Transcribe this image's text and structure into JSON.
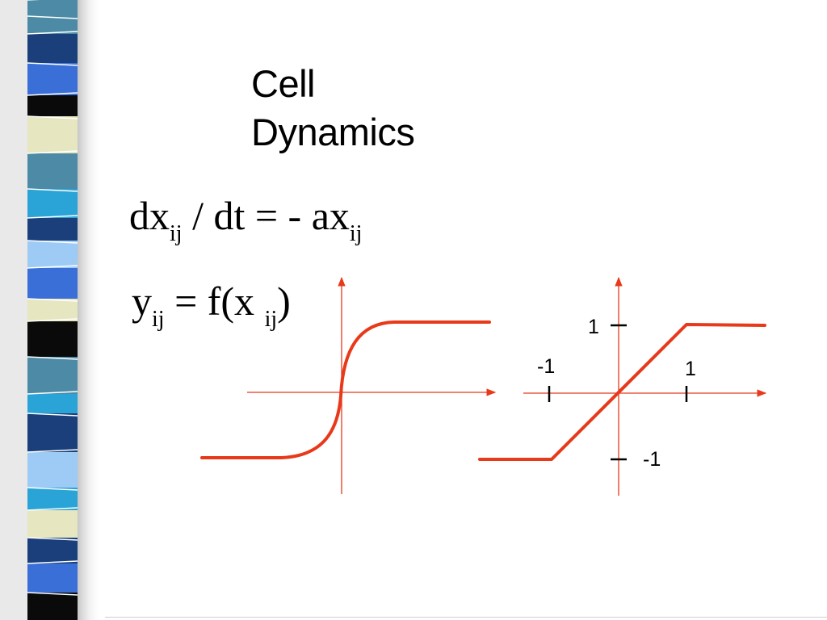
{
  "slide": {
    "title_lines": [
      "Cell",
      "Dynamics"
    ],
    "equation1": {
      "lhs": "dx",
      "lhs_sub": "ij",
      "middle": " / dt = - ax",
      "rhs_sub": "ij"
    },
    "equation2": {
      "lhs": "y",
      "lhs_sub": "ij",
      "middle": " = f(x ",
      "arg_sub": "ij",
      "close": ")"
    }
  },
  "graph2_labels": {
    "y_top": "1",
    "x_left": "-1",
    "x_right": "1",
    "y_bottom": "-1"
  },
  "colors": {
    "curve": "#e8391a",
    "axis": "#e8391a",
    "text": "#000000",
    "strip_palette": [
      "#4d8aa6",
      "#1a3f7a",
      "#3a6fd8",
      "#0a0a0a",
      "#e6e6c0",
      "#2aa3d6",
      "#9ecbf5"
    ]
  }
}
